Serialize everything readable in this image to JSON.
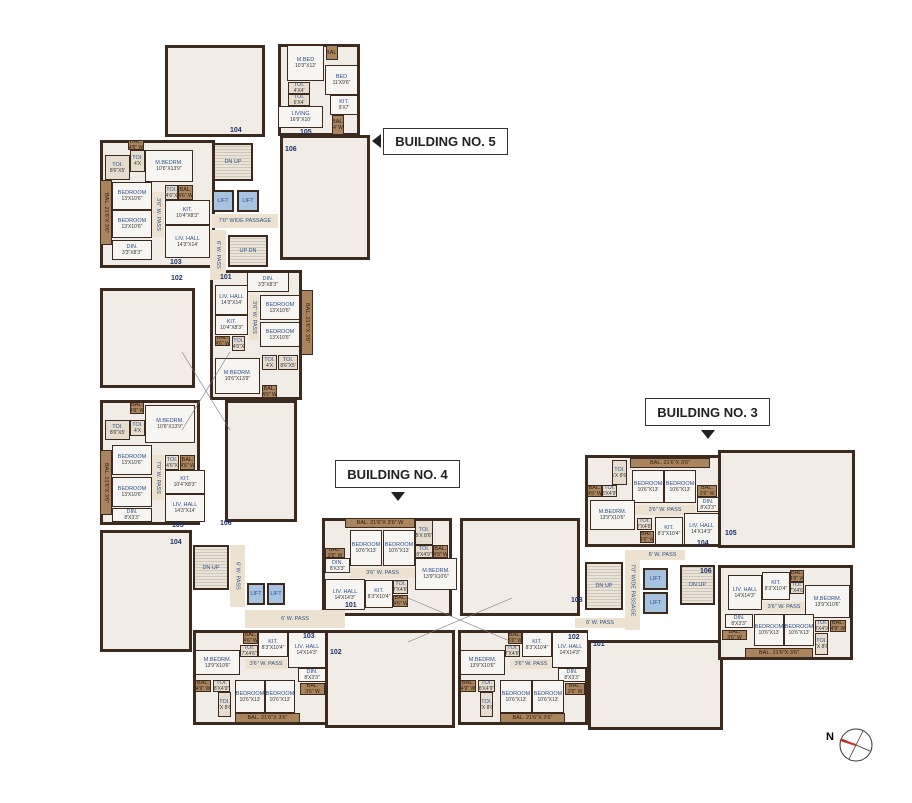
{
  "callouts": {
    "building5": "BUILDING NO. 5",
    "building4": "BUILDING NO. 4",
    "building3": "BUILDING NO. 3"
  },
  "compass": {
    "label": "N",
    "needle_color": "#d0312d"
  },
  "colors": {
    "wall": "#3d2a1e",
    "balcony": "#a9845d",
    "lift": "#a7c3e0",
    "passage": "#ece2cf",
    "label": "#2c4f8a"
  },
  "unit_numbers": [
    "104",
    "105",
    "106",
    "103",
    "102",
    "101",
    "105",
    "106",
    "104",
    "101",
    "103",
    "102",
    "103",
    "102",
    "101",
    "104",
    "105",
    "106"
  ],
  "rooms": [
    {
      "label": "M.BED",
      "size": "10'3\"X12'",
      "type": "room"
    },
    {
      "label": "BED",
      "size": "11'X9'6\"",
      "type": "room"
    },
    {
      "label": "TOI.",
      "size": "4'X4'",
      "type": "toi"
    },
    {
      "label": "TOI.",
      "size": "6'X4'",
      "type": "toi"
    },
    {
      "label": "KIT.",
      "size": "9'X7'",
      "type": "room"
    },
    {
      "label": "LIVING",
      "size": "16'9\"X10'",
      "type": "room"
    },
    {
      "label": "BAL.",
      "size": "4' W",
      "type": "bal"
    },
    {
      "label": "BAL.",
      "size": "",
      "type": "bal"
    },
    {
      "label": "M.BEDRM.",
      "size": "10'6\"X13'9\"",
      "type": "room"
    },
    {
      "label": "TOI.",
      "size": "8'6\"X5'",
      "type": "toi"
    },
    {
      "label": "TOI.",
      "size": "4'X",
      "type": "toi"
    },
    {
      "label": "BAL.",
      "size": "4'6\" W",
      "type": "bal"
    },
    {
      "label": "BEDROOM",
      "size": "13'X10'6\"",
      "type": "room"
    },
    {
      "label": "BEDROOM",
      "size": "13'X10'6\"",
      "type": "room"
    },
    {
      "label": "BAL. 21'6\"X 3'6\"",
      "size": "",
      "type": "bal vert"
    },
    {
      "label": "TOI.",
      "size": "4'6\"X",
      "type": "toi"
    },
    {
      "label": "BAL.",
      "size": "4'6\" W",
      "type": "bal"
    },
    {
      "label": "KIT.",
      "size": "10'4\"X8'3\"",
      "type": "room"
    },
    {
      "label": "LIV. HALL",
      "size": "14'3\"X14'",
      "type": "room"
    },
    {
      "label": "DIN.",
      "size": "3'3\"X8'3\"",
      "type": "room"
    },
    {
      "label": "3'6\" W. PASS",
      "size": "",
      "type": "pass vert"
    },
    {
      "label": "DN UP",
      "size": "",
      "type": "stair"
    },
    {
      "label": "LIFT",
      "size": "",
      "type": "lift"
    },
    {
      "label": "LIFT",
      "size": "",
      "type": "lift"
    },
    {
      "label": "7'0\" WIDE PASSAGE",
      "size": "",
      "type": "pass"
    },
    {
      "label": "6' W. PASS",
      "size": "",
      "type": "pass vert"
    },
    {
      "label": "UP DN",
      "size": "",
      "type": "stair"
    },
    {
      "label": "DIN.",
      "size": "3'3\"X8'3\"",
      "type": "room"
    },
    {
      "label": "LIV. HALL",
      "size": "14'3\"X14'",
      "type": "room"
    },
    {
      "label": "KIT.",
      "size": "10'4\"X8'3\"",
      "type": "room"
    },
    {
      "label": "BEDROOM",
      "size": "13'X10'6\"",
      "type": "room"
    },
    {
      "label": "BEDROOM",
      "size": "13'X10'6\"",
      "type": "room"
    },
    {
      "label": "BAL.",
      "size": "4'6\" W",
      "type": "bal"
    },
    {
      "label": "TOI.",
      "size": "4'6\"X",
      "type": "toi"
    },
    {
      "label": "TOI.",
      "size": "8'6\"X5'",
      "type": "toi"
    },
    {
      "label": "TOI.",
      "size": "4'X",
      "type": "toi"
    },
    {
      "label": "M.BEDRM.",
      "size": "10'6\"X13'9\"",
      "type": "room"
    },
    {
      "label": "BAL.",
      "size": "4'9\" W",
      "type": "bal"
    },
    {
      "label": "BAL. 21'6\"X 3'6\"",
      "size": "",
      "type": "bal vert"
    },
    {
      "label": "3'6\" W. PASS",
      "size": "",
      "type": "pass vert"
    },
    {
      "label": "BAL.",
      "size": "4'9\" W",
      "type": "bal"
    },
    {
      "label": "M.BEDRM.",
      "size": "10'6\"X13'9\"",
      "type": "room"
    },
    {
      "label": "TOI.",
      "size": "8'6\"X5'",
      "type": "toi"
    },
    {
      "label": "TOI.",
      "size": "4'X",
      "type": "toi"
    },
    {
      "label": "BEDROOM",
      "size": "13'X10'6\"",
      "type": "room"
    },
    {
      "label": "BEDROOM",
      "size": "13'X10'6\"",
      "type": "room"
    },
    {
      "label": "BAL. 21'6\"X 3'6\"",
      "size": "",
      "type": "bal vert"
    },
    {
      "label": "TOI.",
      "size": "4'6\"X",
      "type": "toi"
    },
    {
      "label": "BAL.",
      "size": "4'6\" W",
      "type": "bal"
    },
    {
      "label": "KIT.",
      "size": "10'4\"X8'3\"",
      "type": "room"
    },
    {
      "label": "LIV. HALL",
      "size": "14'3\"X14'",
      "type": "room"
    },
    {
      "label": "DIN.",
      "size": "8'X3'3\"",
      "type": "room"
    },
    {
      "label": "7'0\" W. PASS",
      "size": "",
      "type": "pass vert"
    },
    {
      "label": "DN UP",
      "size": "",
      "type": "stair"
    },
    {
      "label": "6' W. PASS",
      "size": "",
      "type": "pass vert"
    },
    {
      "label": "LIFT",
      "size": "",
      "type": "lift"
    },
    {
      "label": "LIFT",
      "size": "",
      "type": "lift"
    },
    {
      "label": "6' W. PASS",
      "size": "",
      "type": "pass"
    },
    {
      "label": "BAL. 21'6\"X 3'6\" W",
      "size": "",
      "type": "bal"
    },
    {
      "label": "BEDROOM",
      "size": "10'6\"X13'",
      "type": "room"
    },
    {
      "label": "BEDROOM",
      "size": "10'6\"X13'",
      "type": "room"
    },
    {
      "label": "TOI.",
      "size": "5'X 8'6\"",
      "type": "toi"
    },
    {
      "label": "TOI.",
      "size": "8'X4'9\"",
      "type": "toi"
    },
    {
      "label": "BAL.",
      "size": "4'9\" W",
      "type": "bal"
    },
    {
      "label": "BAL.",
      "size": "3'6\" W",
      "type": "bal"
    },
    {
      "label": "DIN.",
      "size": "8'X3'3\"",
      "type": "room"
    },
    {
      "label": "3'6\" W. PASS",
      "size": "",
      "type": "pass"
    },
    {
      "label": "M.BEDRM.",
      "size": "13'9\"X10'6\"",
      "type": "room"
    },
    {
      "label": "LIV. HALL",
      "size": "14'X14'3\"",
      "type": "room"
    },
    {
      "label": "KIT.",
      "size": "8'3\"X10'4\"",
      "type": "room"
    },
    {
      "label": "TOI.",
      "size": "7'X4'6\"",
      "type": "toi"
    },
    {
      "label": "BAL.",
      "size": "4'6\" W",
      "type": "bal"
    },
    {
      "label": "BAL.",
      "size": "4'6\" W",
      "type": "bal"
    },
    {
      "label": "KIT.",
      "size": "8'3\"X10'4\"",
      "type": "room"
    },
    {
      "label": "LIV. HALL",
      "size": "14'X14'3\"",
      "type": "room"
    },
    {
      "label": "M.BEDRM.",
      "size": "13'9\"X10'6\"",
      "type": "room"
    },
    {
      "label": "TOI.",
      "size": "7'X4'6\"",
      "type": "toi"
    },
    {
      "label": "3'6\" W. PASS",
      "size": "",
      "type": "pass"
    },
    {
      "label": "DIN.",
      "size": "8'X3'3\"",
      "type": "room"
    },
    {
      "label": "BAL.",
      "size": "4'9\" W",
      "type": "bal"
    },
    {
      "label": "TOI.",
      "size": "8'X4'9\"",
      "type": "toi"
    },
    {
      "label": "TOI.",
      "size": "5'X 8'6\"",
      "type": "toi"
    },
    {
      "label": "BEDROOM",
      "size": "10'6\"X13'",
      "type": "room"
    },
    {
      "label": "BEDROOM",
      "size": "10'6\"X13'",
      "type": "room"
    },
    {
      "label": "BAL.",
      "size": "3'6\" W",
      "type": "bal"
    },
    {
      "label": "BAL. 21'6\"X 3'6\"",
      "size": "",
      "type": "bal"
    },
    {
      "label": "BAL.",
      "size": "4'6\" W",
      "type": "bal"
    },
    {
      "label": "KIT.",
      "size": "8'3\"X10'4\"",
      "type": "room"
    },
    {
      "label": "LIV. HALL",
      "size": "14'X14'3\"",
      "type": "room"
    },
    {
      "label": "M.BEDRM.",
      "size": "13'9\"X10'6\"",
      "type": "room"
    },
    {
      "label": "TOI.",
      "size": "7'X4'6\"",
      "type": "toi"
    },
    {
      "label": "3'6\" W. PASS",
      "size": "",
      "type": "pass"
    },
    {
      "label": "DIN.",
      "size": "8'X3'3\"",
      "type": "room"
    },
    {
      "label": "BAL.",
      "size": "4'9\" W",
      "type": "bal"
    },
    {
      "label": "TOI.",
      "size": "8'X4'9\"",
      "type": "toi"
    },
    {
      "label": "TOI.",
      "size": "5'X 8'6\"",
      "type": "toi"
    },
    {
      "label": "BEDROOM",
      "size": "10'6\"X13'",
      "type": "room"
    },
    {
      "label": "BEDROOM",
      "size": "10'6\"X13'",
      "type": "room"
    },
    {
      "label": "BAL.",
      "size": "3'6\" W",
      "type": "bal"
    },
    {
      "label": "BAL. 21'6\"X 3'6\"",
      "size": "",
      "type": "bal"
    },
    {
      "label": "DN UP",
      "size": "",
      "type": "stair"
    },
    {
      "label": "7'0\" WIDE PASSAGE",
      "size": "",
      "type": "pass vert"
    },
    {
      "label": "LIFT",
      "size": "",
      "type": "lift"
    },
    {
      "label": "LIFT",
      "size": "",
      "type": "lift"
    },
    {
      "label": "6' W. PASS",
      "size": "",
      "type": "pass"
    },
    {
      "label": "6' W. PASS",
      "size": "",
      "type": "pass"
    },
    {
      "label": "DN UP",
      "size": "",
      "type": "stair"
    },
    {
      "label": "BAL. 21'6\"X 3'6\"",
      "size": "",
      "type": "bal"
    },
    {
      "label": "TOI.",
      "size": "5'X 8'6\"",
      "type": "toi"
    },
    {
      "label": "BEDROOM",
      "size": "10'6\"X13'",
      "type": "room"
    },
    {
      "label": "BEDROOM",
      "size": "10'6\"X13'",
      "type": "room"
    },
    {
      "label": "BAL.",
      "size": "4'9\" W",
      "type": "bal"
    },
    {
      "label": "TOI.",
      "size": "8'X4'9\"",
      "type": "toi"
    },
    {
      "label": "BAL.",
      "size": "3'6\" W",
      "type": "bal"
    },
    {
      "label": "M.BEDRM.",
      "size": "13'9\"X10'6\"",
      "type": "room"
    },
    {
      "label": "DIN.",
      "size": "8'X3'3\"",
      "type": "room"
    },
    {
      "label": "3'6\" W. PASS",
      "size": "",
      "type": "pass"
    },
    {
      "label": "TOI.",
      "size": "7'X4'6\"",
      "type": "toi"
    },
    {
      "label": "BAL.",
      "size": "4'6\" W",
      "type": "bal"
    },
    {
      "label": "KIT.",
      "size": "8'3\"X10'4\"",
      "type": "room"
    },
    {
      "label": "LIV. HALL",
      "size": "14'X14'3\"",
      "type": "room"
    },
    {
      "label": "LIV. HALL",
      "size": "14'X14'3\"",
      "type": "room"
    },
    {
      "label": "KIT.",
      "size": "8'3\"X10'4\"",
      "type": "room"
    },
    {
      "label": "BAL.",
      "size": "4'6\" W",
      "type": "bal"
    },
    {
      "label": "TOI.",
      "size": "7'X4'6\"",
      "type": "toi"
    },
    {
      "label": "M.BEDRM.",
      "size": "13'9\"X10'6\"",
      "type": "room"
    },
    {
      "label": "3'6\" W. PASS",
      "size": "",
      "type": "pass"
    },
    {
      "label": "DIN.",
      "size": "8'X3'3\"",
      "type": "room"
    },
    {
      "label": "BAL.",
      "size": "3'6\" W",
      "type": "bal"
    },
    {
      "label": "BEDROOM",
      "size": "10'6\"X13'",
      "type": "room"
    },
    {
      "label": "BEDROOM",
      "size": "10'6\"X13'",
      "type": "room"
    },
    {
      "label": "TOI.",
      "size": "8'X4'9\"",
      "type": "toi"
    },
    {
      "label": "BAL.",
      "size": "4'9\" W",
      "type": "bal"
    },
    {
      "label": "TOI.",
      "size": "5'X 8'6\"",
      "type": "toi"
    },
    {
      "label": "BAL. 21'6\"X 3'6\"",
      "size": "",
      "type": "bal"
    }
  ]
}
